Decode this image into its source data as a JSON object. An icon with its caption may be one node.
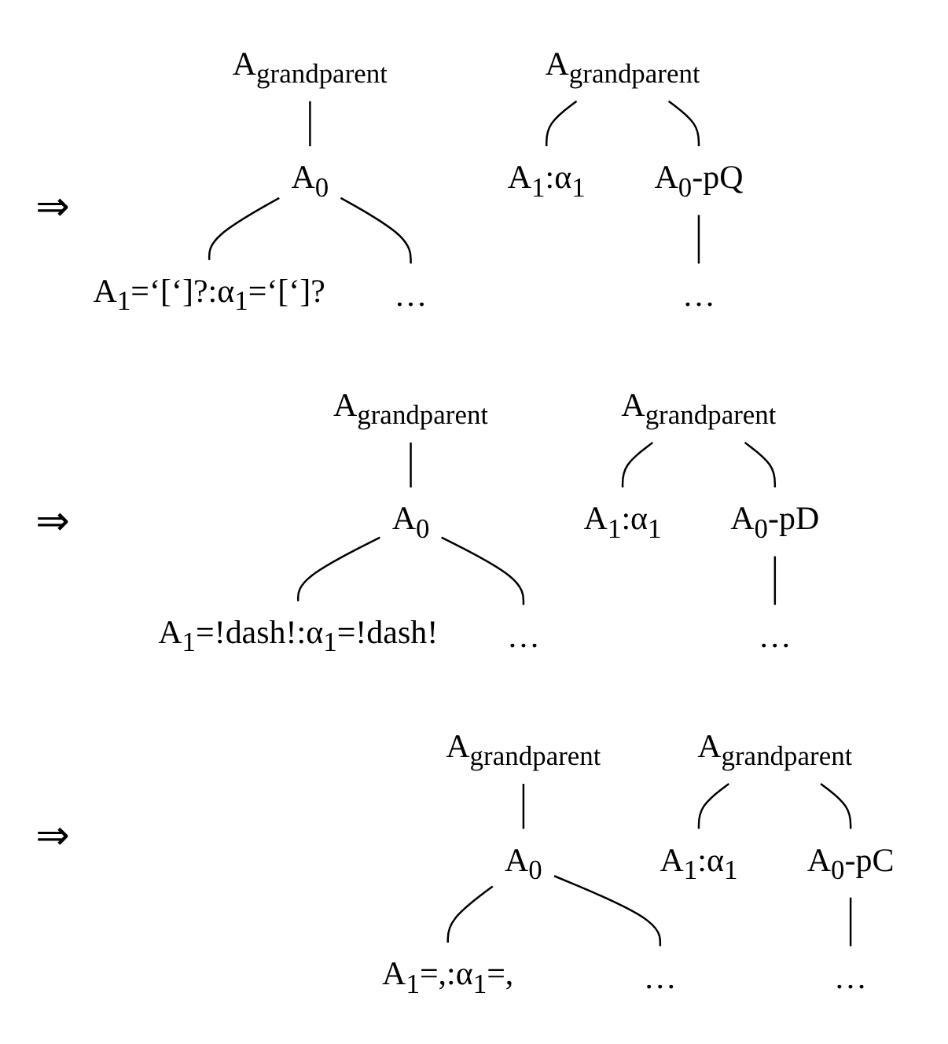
{
  "diagram": {
    "nodes": [
      {
        "text": [
          "A$_{grandparent}$"
        ]
      },
      {
        "text": [
          "A$_{grandparent}$"
        ]
      },
      {
        "text": [
          "A$_{0}$"
        ]
      },
      {
        "text": [
          "A$_{1}$:α$_{1}$"
        ]
      },
      {
        "text": [
          "A$_{0}$-pQ"
        ]
      },
      {
        "text": [
          "A$_{1}$=‘[‘]?:α$_{1}$=‘[‘]?"
        ]
      },
      {
        "text": [
          "…"
        ]
      },
      {
        "text": [
          "…"
        ]
      },
      {
        "text": [
          "A$_{grandparent}$"
        ]
      },
      {
        "text": [
          "A$_{grandparent}$"
        ]
      },
      {
        "text": [
          "A$_{0}$"
        ]
      },
      {
        "text": [
          "A$_{1}$:α$_{1}$"
        ]
      },
      {
        "text": [
          "A$_{0}$-pD"
        ]
      },
      {
        "text": [
          "A$_{1}$=!dash!:α$_{1}$=!dash!"
        ]
      },
      {
        "text": [
          "…"
        ]
      },
      {
        "text": [
          "…"
        ]
      },
      {
        "text": [
          "A$_{grandparent}$"
        ]
      },
      {
        "text": [
          "A$_{grandparent}$"
        ]
      },
      {
        "text": [
          "A$_{0}$"
        ]
      },
      {
        "text": [
          "A$_{1}$:α$_{1}$"
        ]
      },
      {
        "text": [
          "A$_{0}$-pC"
        ]
      },
      {
        "text": [
          "A$_{1}$=,:α$_{1}$=,"
        ]
      },
      {
        "text": [
          "…"
        ]
      },
      {
        "text": [
          "…"
        ]
      }
    ],
    "edges": [
      {
        "from": 0,
        "to": 2,
        "arrow": "none"
      },
      {
        "from": 2,
        "to": 5,
        "arrow": "none"
      },
      {
        "from": 2,
        "to": 6,
        "arrow": "none"
      },
      {
        "from": 1,
        "to": 3,
        "arrow": "none"
      },
      {
        "from": 1,
        "to": 4,
        "arrow": "none"
      },
      {
        "from": 4,
        "to": 7,
        "arrow": "none"
      },
      {
        "from": 8,
        "to": 10,
        "arrow": "none"
      },
      {
        "from": 10,
        "to": 13,
        "arrow": "none"
      },
      {
        "from": 10,
        "to": 14,
        "arrow": "none"
      },
      {
        "from": 9,
        "to": 11,
        "arrow": "none"
      },
      {
        "from": 9,
        "to": 12,
        "arrow": "none"
      },
      {
        "from": 12,
        "to": 15,
        "arrow": "none"
      },
      {
        "from": 16,
        "to": 18,
        "arrow": "none"
      },
      {
        "from": 18,
        "to": 21,
        "arrow": "none"
      },
      {
        "from": 18,
        "to": 22,
        "arrow": "none"
      },
      {
        "from": 17,
        "to": 19,
        "arrow": "none"
      },
      {
        "from": 17,
        "to": 20,
        "arrow": "none"
      },
      {
        "from": 20,
        "to": 23,
        "arrow": "none"
      }
    ],
    "labels": [
      "⇒",
      "⇒",
      "⇒"
    ]
  }
}
